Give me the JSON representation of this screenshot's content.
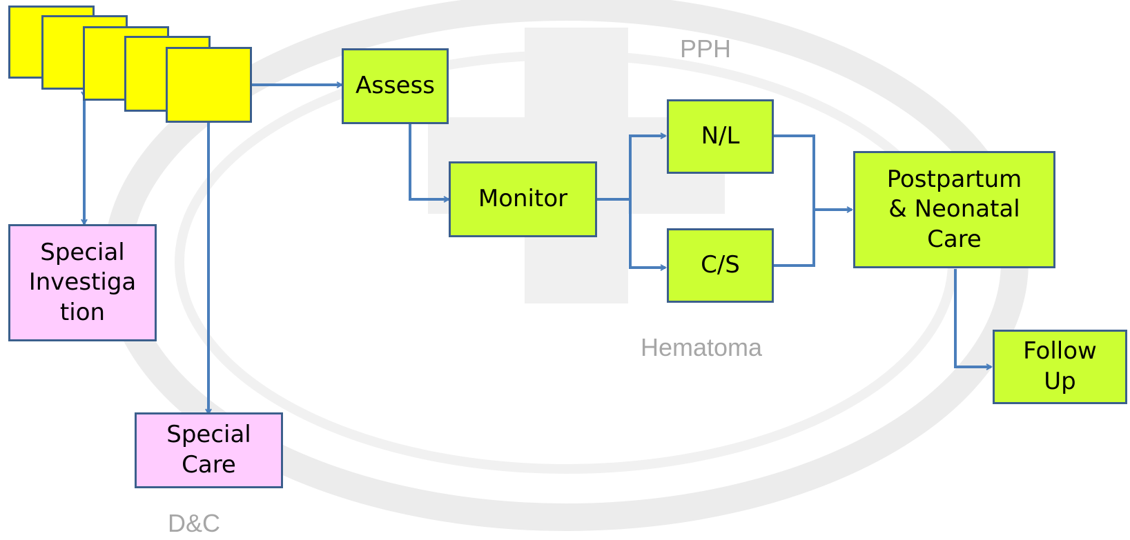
{
  "colors": {
    "arrow": "#4a7ebb",
    "box_border": "#3b5f8c",
    "process_fill": "#ccff33",
    "stack_fill": "#ffff00",
    "special_fill": "#ffccff",
    "faint_label": "#a6a6a6"
  },
  "nodes": {
    "assess": "Assess",
    "monitor": "Monitor",
    "nl": "N/L",
    "cs": "C/S",
    "postpartum": "Postpartum\n& Neonatal\nCare",
    "follow_up": "Follow\nUp",
    "special_investigation": "Special\nInvestiga\ntion",
    "special_care": "Special\nCare"
  },
  "labels": {
    "pph": "PPH",
    "hematoma": "Hematoma",
    "dc": "D&C"
  }
}
